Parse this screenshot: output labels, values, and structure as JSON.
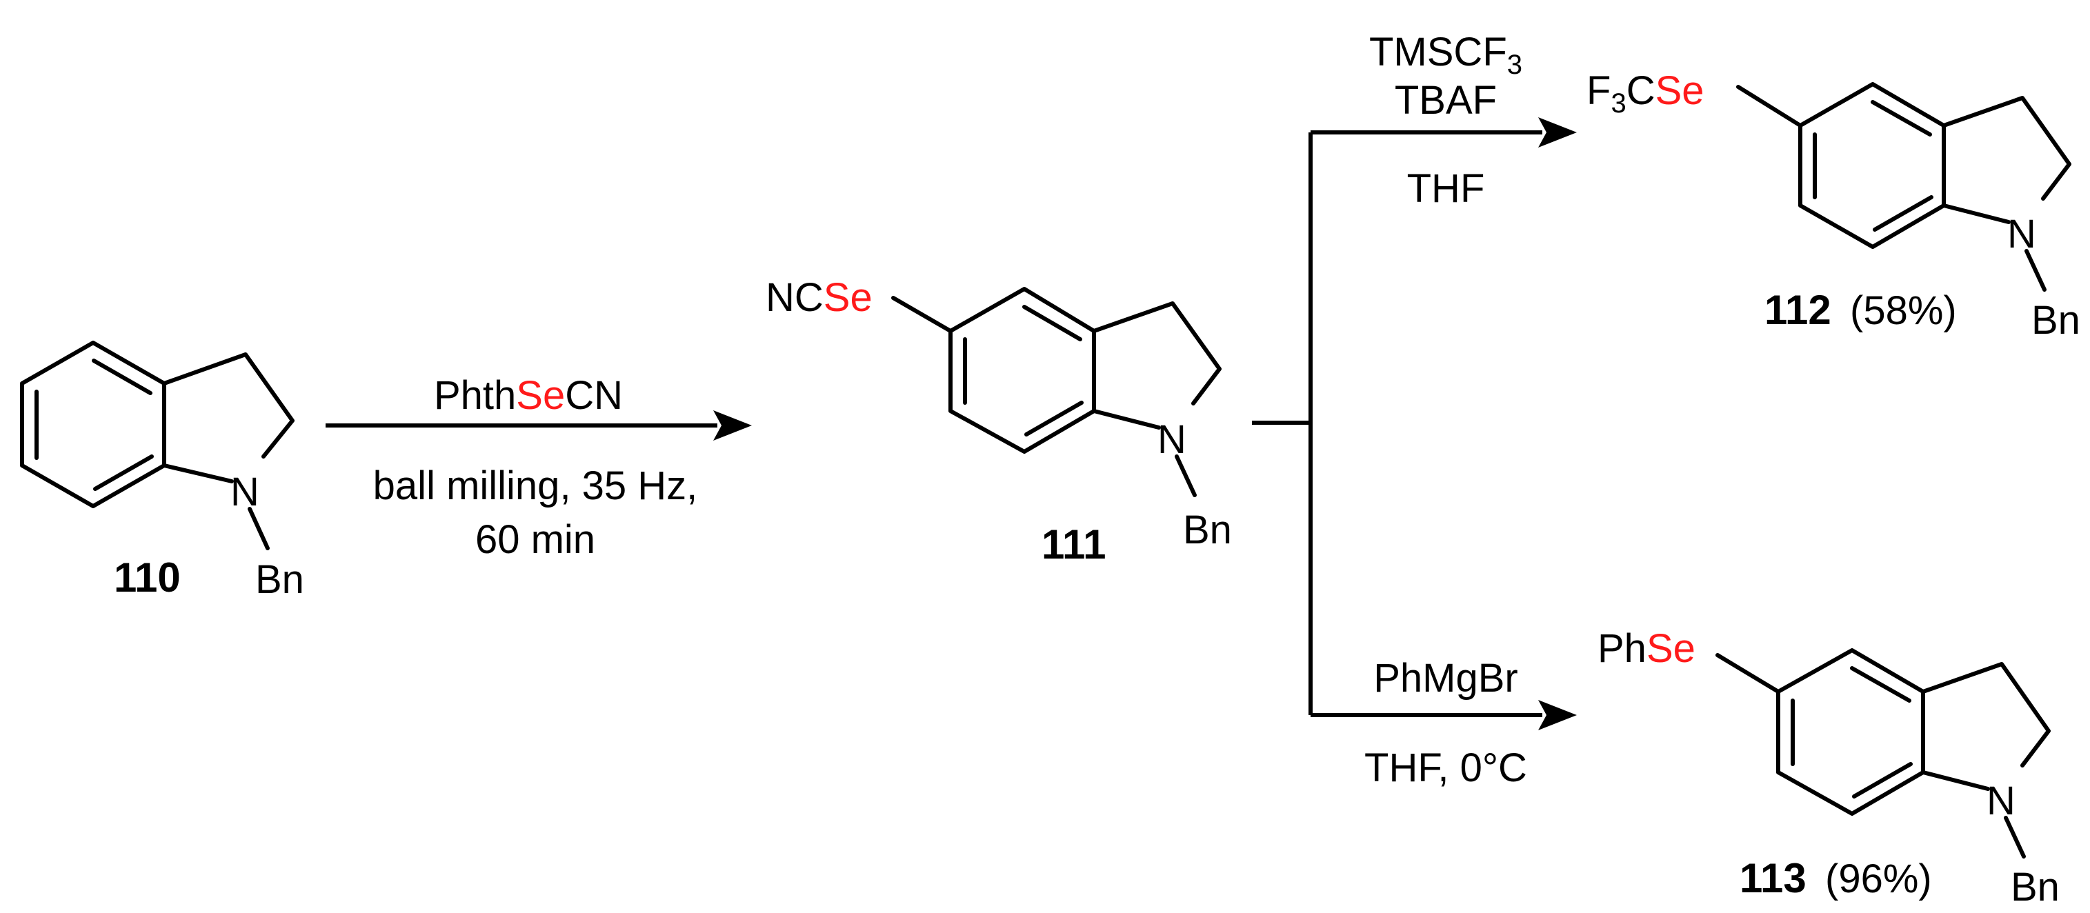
{
  "colors": {
    "bond": "#000000",
    "selenium": "#ff1a1a",
    "background": "#ffffff"
  },
  "compound_110": {
    "number": "110",
    "n_label": "N",
    "bn_label": "Bn"
  },
  "arrow_1": {
    "reagent_prefix": "Phth",
    "reagent_se": "Se",
    "reagent_suffix": "CN",
    "condition_line1": "ball milling, 35 Hz,",
    "condition_line2": "60 min"
  },
  "compound_111": {
    "number": "111",
    "substituent_prefix": "NC",
    "substituent_se": "Se",
    "n_label": "N",
    "bn_label": "Bn"
  },
  "arrow_2": {
    "reagent1_prefix": "TMSCF",
    "reagent1_sub": "3",
    "reagent2": "TBAF",
    "solvent": "THF"
  },
  "compound_112": {
    "number": "112",
    "yield": "(58%)",
    "substituent_prefix": "F",
    "substituent_sub": "3",
    "substituent_mid": "C",
    "substituent_se": "Se",
    "n_label": "N",
    "bn_label": "Bn"
  },
  "arrow_3": {
    "reagent": "PhMgBr",
    "conditions": "THF,  0°C"
  },
  "compound_113": {
    "number": "113",
    "yield": "(96%)",
    "substituent_prefix": "Ph",
    "substituent_se": "Se",
    "n_label": "N",
    "bn_label": "Bn"
  }
}
